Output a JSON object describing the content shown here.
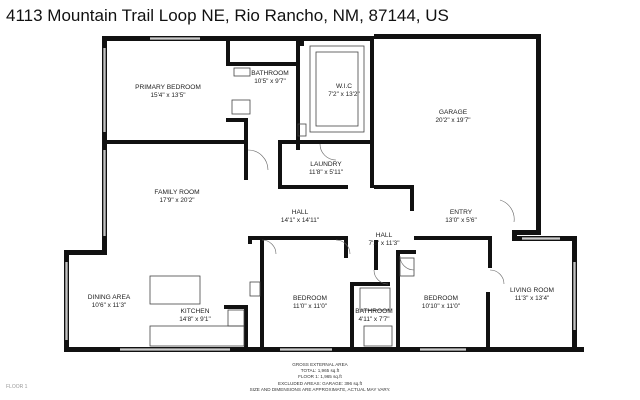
{
  "address": "4113 Mountain Trail Loop NE, Rio Rancho, NM, 87144, US",
  "rooms": {
    "primary_bedroom": {
      "name": "PRIMARY BEDROOM",
      "dims": "15'4\" x 13'5\""
    },
    "bathroom_upper": {
      "name": "BATHROOM",
      "dims": "10'5\" x 9'7\""
    },
    "wic": {
      "name": "W.I.C",
      "dims": "7'2\" x 13'2\""
    },
    "garage": {
      "name": "GARAGE",
      "dims": "20'2\" x 19'7\""
    },
    "laundry": {
      "name": "LAUNDRY",
      "dims": "11'8\" x 5'11\""
    },
    "family_room": {
      "name": "FAMILY ROOM",
      "dims": "17'9\" x 20'2\""
    },
    "hall_1": {
      "name": "HALL",
      "dims": "14'1\" x 14'11\""
    },
    "entry": {
      "name": "ENTRY",
      "dims": "13'0\" x 5'6\""
    },
    "hall_2": {
      "name": "HALL",
      "dims": "7'1\" x 11'3\""
    },
    "dining_area": {
      "name": "DINING AREA",
      "dims": "10'6\" x 11'3\""
    },
    "kitchen": {
      "name": "KITCHEN",
      "dims": "14'8\" x 9'1\""
    },
    "bedroom_1": {
      "name": "BEDROOM",
      "dims": "11'0\" x 11'0\""
    },
    "bathroom_lower": {
      "name": "BATHROOM",
      "dims": "4'11\" x 7'7\""
    },
    "bedroom_2": {
      "name": "BEDROOM",
      "dims": "10'10\" x 11'0\""
    },
    "living_room": {
      "name": "LIVING ROOM",
      "dims": "11'3\" x 13'4\""
    }
  },
  "summary": {
    "heading": "GROSS EXTERNAL AREA",
    "total": "TOTAL: 1,965 sq.ft",
    "floor1": "FLOOR 1: 1,965 sq.ft",
    "excluded": "EXCLUDED AREAS: GARAGE: 396 sq.ft",
    "disclaimer": "SIZE AND DIMENSIONS ARE APPROXIMATE, ACTUAL MAY VARY."
  },
  "floor_label": "FLOOR 1"
}
